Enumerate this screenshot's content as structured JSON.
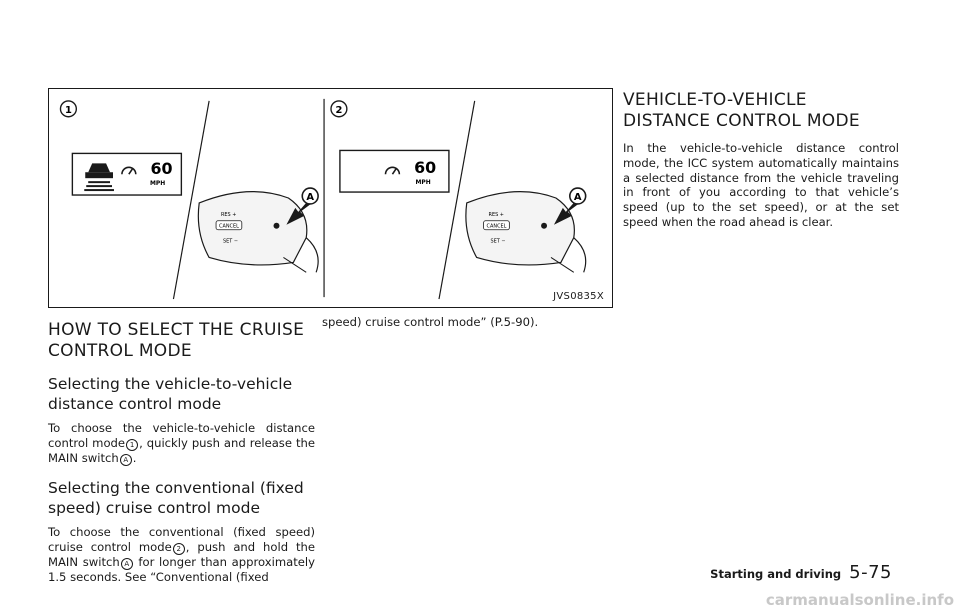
{
  "figure": {
    "callout_1": "1",
    "callout_2": "2",
    "callout_a": "A",
    "display_speed": "60",
    "display_unit": "MPH",
    "switch_labels": [
      "RES +",
      "CANCEL",
      "SET −"
    ],
    "figure_code": "JVS0835X"
  },
  "col1": {
    "heading": "HOW TO SELECT THE CRUISE CONTROL MODE",
    "sub1_heading": "Selecting the vehicle-to-vehicle distance control mode",
    "sub1_text_a": "To choose the vehicle-to-vehicle distance control mode",
    "sub1_mark_1": "1",
    "sub1_text_b": ", quickly push and release the MAIN switch",
    "sub1_mark_a": "A",
    "sub1_text_c": ".",
    "sub2_heading": "Selecting the conventional (fixed speed) cruise control mode",
    "sub2_text_a": "To choose the conventional (fixed speed) cruise control mode",
    "sub2_mark_2": "2",
    "sub2_text_b": ", push and hold the MAIN switch",
    "sub2_mark_a": "A",
    "sub2_text_c": " for longer than approximately 1.5 seconds. See “Conventional (fixed"
  },
  "col2": {
    "text": "speed) cruise control mode” (P.5-90)."
  },
  "col3": {
    "heading": "VEHICLE-TO-VEHICLE DISTANCE CONTROL MODE",
    "text": "In the vehicle-to-vehicle distance control mode, the ICC system automatically maintains a selected distance from the vehicle traveling in front of you according to that vehicle’s speed (up to the set speed), or at the set speed when the road ahead is clear."
  },
  "footer": {
    "section": "Starting and driving",
    "page": "5-75"
  },
  "watermark": "carmanualsonline.info"
}
